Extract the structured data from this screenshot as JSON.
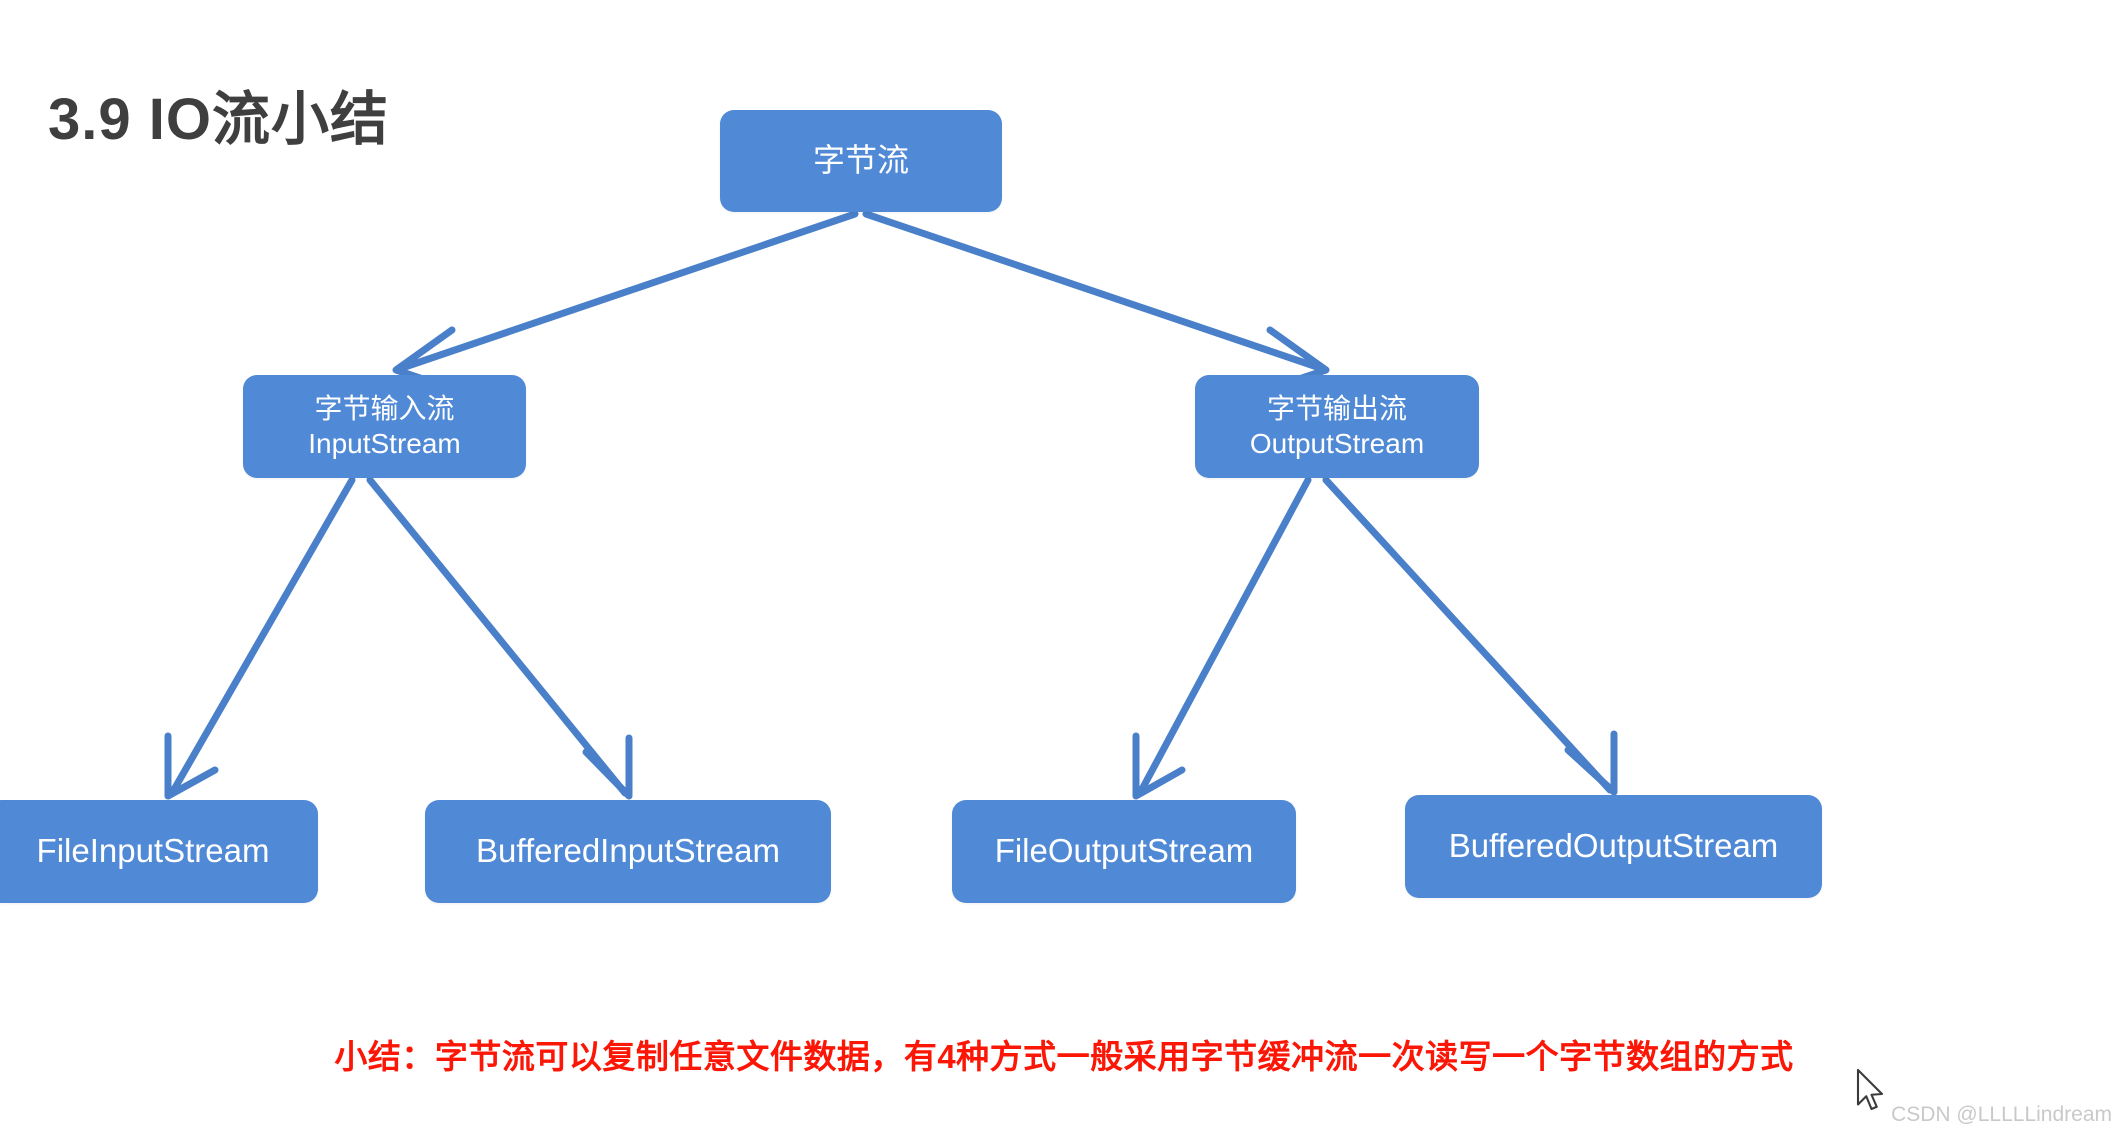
{
  "slide": {
    "title": "3.9 IO流小结",
    "background": "#ffffff",
    "title_color": "#3f3f3f"
  },
  "theme": {
    "node_fill": "#5089d6",
    "node_text": "#ffffff",
    "edge_color": "#4a80c9",
    "summary_color": "#fb1606",
    "watermark_color": "#c9c9c9"
  },
  "diagram": {
    "type": "tree",
    "nodes": {
      "root": {
        "line1": "字节流",
        "line2": ""
      },
      "input": {
        "line1": "字节输入流",
        "line2": "InputStream"
      },
      "output": {
        "line1": "字节输出流",
        "line2": "OutputStream"
      },
      "fis": {
        "line1": "FileInputStream",
        "line2": ""
      },
      "bis": {
        "line1": "BufferedInputStream",
        "line2": ""
      },
      "fos": {
        "line1": "FileOutputStream",
        "line2": ""
      },
      "bos": {
        "line1": "BufferedOutputStream",
        "line2": ""
      }
    },
    "edges": [
      {
        "from": "root",
        "to": "input"
      },
      {
        "from": "root",
        "to": "output"
      },
      {
        "from": "input",
        "to": "fis"
      },
      {
        "from": "input",
        "to": "bis"
      },
      {
        "from": "output",
        "to": "fos"
      },
      {
        "from": "output",
        "to": "bos"
      }
    ]
  },
  "summary": {
    "text": "小结：字节流可以复制任意文件数据，有4种方式一般采用字节缓冲流一次读写一个字节数组的方式"
  },
  "watermark": {
    "text": "CSDN @LLLLLindream"
  },
  "cursor": {
    "icon": "mouse-pointer-icon"
  }
}
